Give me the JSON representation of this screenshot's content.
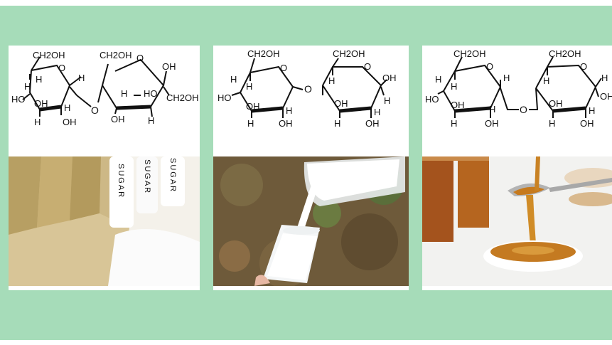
{
  "panels": [
    {
      "molecule": {
        "left_ring": {
          "top": "CH2OH",
          "ring_o": "O",
          "c1_h": "H",
          "c4_h": "H",
          "c4_oh": "HO",
          "c3_oh": "OH",
          "c3_h": "H",
          "c2_h": "H",
          "c2_oh": "OH",
          "c5_h": "H"
        },
        "bridge_o": "O",
        "right_ring": {
          "top": "CH2OH",
          "ring_o": "O",
          "c2_oh": "OH",
          "c3_h": "H",
          "c4_ho": "HO",
          "c5": "CH2OH",
          "c4_oh": "OH",
          "c4_h": "H"
        }
      },
      "photo_labels": [
        "SUGAR",
        "SUGAR",
        "SUGAR"
      ]
    },
    {
      "molecule": {
        "left_ring": {
          "top": "CH2OH",
          "ring_o": "O",
          "c5_h": "H",
          "c4_oh": "HO",
          "c4_h": "H",
          "c3_oh": "OH",
          "c3_h": "H",
          "c2_h": "H",
          "c2_oh": "OH"
        },
        "bridge_o": "O",
        "right_ring": {
          "top": "CH2OH",
          "ring_o": "O",
          "c5_h": "H",
          "c1_oh": "OH",
          "c1_h": "H",
          "c3_oh": "OH",
          "c3_h": "H",
          "c2_h": "H",
          "c2_oh": "OH"
        }
      }
    },
    {
      "molecule": {
        "left_ring": {
          "top": "CH2OH",
          "ring_o": "O",
          "c5_h": "H",
          "c1_h": "H",
          "c4_oh": "HO",
          "c4_h": "H",
          "c3_oh": "OH",
          "c3_h": "H",
          "c2_h": "H",
          "c2_oh": "OH"
        },
        "bridge_o": "O",
        "right_ring": {
          "top": "CH2OH",
          "ring_o": "O",
          "c5_h": "H",
          "c1_h": "H",
          "c1_oh": "OH",
          "c3_oh": "OH",
          "c3_h": "H",
          "c2_h": "H",
          "c2_oh": "OH"
        }
      }
    }
  ]
}
